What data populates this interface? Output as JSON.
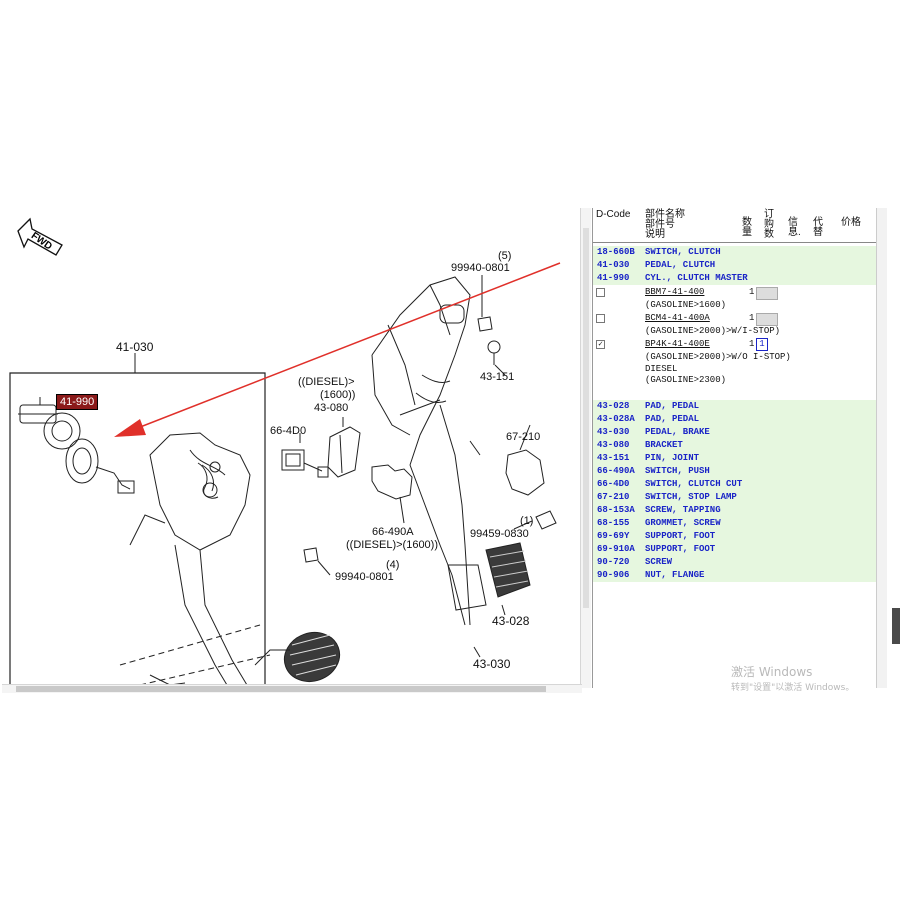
{
  "diagram": {
    "callout": "41-990",
    "fwd": "FWD",
    "labels": {
      "a41_030": "41-030",
      "a99940_top": "99940-0801",
      "a99940_top_qty": "(5)",
      "a43_151": "43-151",
      "diesel_a": "((DIESEL)>",
      "diesel_b": "(1600))",
      "a43_080": "43-080",
      "a66_4d0": "66-4D0",
      "a67_210": "67-210",
      "a99459_qty": "(1)",
      "a99459": "99459-0830",
      "a66_490a": "66-490A",
      "a66_490a_note": "((DIESEL)>(1600))",
      "a99940_bot_qty": "(4)",
      "a99940_bot": "99940-0801",
      "a43_028": "43-028",
      "a43_030": "43-030"
    }
  },
  "panel": {
    "header": {
      "dcode": "D-Code",
      "name1": "部件名称",
      "name2": "部件号",
      "name3": "说明",
      "qty1": "数",
      "qty2": "量",
      "req1": "订",
      "req2": "购",
      "req3": "数",
      "info1": "信",
      "info2": "息.",
      "sub1": "代",
      "sub2": "替",
      "price": "价格"
    },
    "group1": [
      {
        "code": "18-660B",
        "desc": "SWITCH, CLUTCH"
      },
      {
        "code": "41-030",
        "desc": "PEDAL, CLUTCH"
      },
      {
        "code": "41-990",
        "desc": "CYL., CLUTCH MASTER"
      }
    ],
    "options": [
      {
        "check": "",
        "part": "BBM7-41-400",
        "qty": "1",
        "note1": "(GASOLINE>1600)",
        "note2": ""
      },
      {
        "check": "",
        "part": "BCM4-41-400A",
        "qty": "1",
        "note1": "(GASOLINE>2000)>W/I-STOP)",
        "note2": ""
      },
      {
        "check": "✓",
        "part": "BP4K-41-400E",
        "qty": "1",
        "input": "1",
        "note1": "(GASOLINE>2000)>W/O I-STOP)",
        "note2": "DIESEL",
        "note3": "(GASOLINE>2300)"
      }
    ],
    "group2": [
      {
        "code": "43-028",
        "desc": "PAD, PEDAL"
      },
      {
        "code": "43-028A",
        "desc": "PAD, PEDAL"
      },
      {
        "code": "43-030",
        "desc": "PEDAL, BRAKE"
      },
      {
        "code": "43-080",
        "desc": "BRACKET"
      },
      {
        "code": "43-151",
        "desc": "PIN, JOINT"
      },
      {
        "code": "66-490A",
        "desc": "SWITCH, PUSH"
      },
      {
        "code": "66-4D0",
        "desc": "SWITCH, CLUTCH CUT"
      },
      {
        "code": "67-210",
        "desc": "SWITCH, STOP LAMP"
      },
      {
        "code": "68-153A",
        "desc": "SCREW, TAPPING"
      },
      {
        "code": "68-155",
        "desc": "GROMMET, SCREW"
      },
      {
        "code": "69-69Y",
        "desc": "SUPPORT, FOOT"
      },
      {
        "code": "69-910A",
        "desc": "SUPPORT, FOOT"
      },
      {
        "code": "90-720",
        "desc": "SCREW"
      },
      {
        "code": "90-906",
        "desc": "NUT, FLANGE"
      }
    ]
  },
  "watermark": {
    "line1": "激活 Windows",
    "line2": "转到\"设置\"以激活 Windows。"
  },
  "colors": {
    "row_green": "#e6f7df",
    "code_blue": "#1a24c7",
    "arrow_red": "#e0302a",
    "callout_bg": "#8b1a1a"
  }
}
